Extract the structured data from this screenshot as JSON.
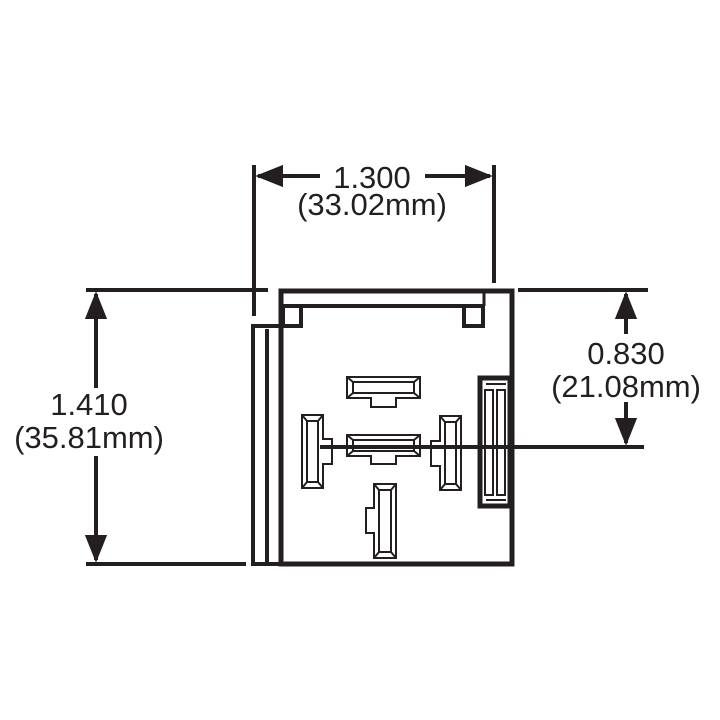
{
  "diagram": {
    "title": "Relay socket dimensional drawing",
    "colors": {
      "ink": "#231f20",
      "background": "#ffffff"
    },
    "dimensions": {
      "width": {
        "inches": "1.300",
        "mm": "(33.02mm)"
      },
      "height": {
        "inches": "1.410",
        "mm": "(35.81mm)"
      },
      "center_offset": {
        "inches": "0.830",
        "mm": "(21.08mm)"
      }
    },
    "components": {
      "housing": "outer-housing",
      "terminals": [
        "terminal-top",
        "terminal-center",
        "terminal-left",
        "terminal-right",
        "terminal-bottom"
      ],
      "side_connector": "side-latch"
    }
  }
}
